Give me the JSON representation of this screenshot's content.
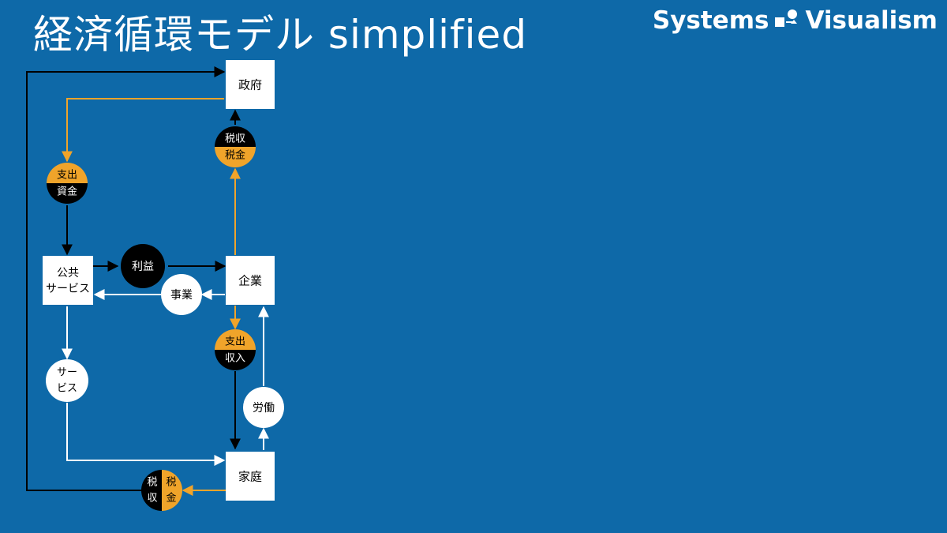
{
  "page": {
    "title": "経済循環モデル simplified",
    "logo": {
      "left_word": "Systems",
      "right_word": "Visualism",
      "icon": "systems-visualism-logo-icon"
    }
  },
  "colors": {
    "background": "#0e69a8",
    "node_fill": "#ffffff",
    "text_dark": "#000000",
    "black_flow": "#000000",
    "orange_flow": "#f0a42a",
    "white_flow": "#ffffff"
  },
  "nodes": [
    {
      "id": "government",
      "label": "政府"
    },
    {
      "id": "public",
      "label_line1": "公共",
      "label_line2": "サービス"
    },
    {
      "id": "company",
      "label": "企業"
    },
    {
      "id": "household",
      "label": "家庭"
    }
  ],
  "flow_labels": {
    "gov_tax": {
      "top": "税収",
      "bottom": "税金"
    },
    "gov_spend": {
      "top": "支出",
      "bottom": "資金"
    },
    "profit": "利益",
    "business": "事業",
    "company_spend": {
      "top": "支出",
      "bottom": "収入"
    },
    "service": {
      "top": "サー",
      "bottom": "ビス"
    },
    "labor": "労働",
    "household_tax": {
      "left_top": "税",
      "left_bottom": "収",
      "right_top": "税",
      "right_bottom": "金"
    }
  }
}
